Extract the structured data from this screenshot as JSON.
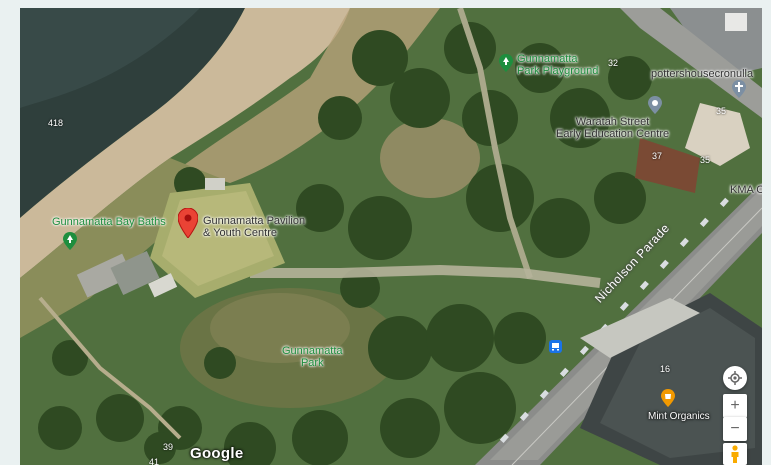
{
  "labels": {
    "playground": [
      "Gunnamatta",
      "Park Playground"
    ],
    "potters": "pottershousecronulla",
    "waratah": [
      "Waratah Street",
      "Early Education Centre"
    ],
    "baths": "Gunnamatta Bay Baths",
    "pavilion": [
      "Gunnamatta Pavilion",
      "& Youth Centre"
    ],
    "park": [
      "Gunnamatta",
      "Park"
    ],
    "kma": "KMA C",
    "mint": "Mint Organics",
    "road": "Nicholson Parade"
  },
  "numbers": {
    "n418": "418",
    "n32": "32",
    "n35a": "35",
    "n37": "37",
    "n35b": "35",
    "n39": "39",
    "n16": "16",
    "n41": "41"
  },
  "attribution": "Google",
  "colors": {
    "place_green": "#1e8e3e",
    "pin_red": "#ea4335",
    "pin_grey": "#7c8fa3",
    "pin_orange": "#f29900",
    "transit_blue": "#1a73e8"
  },
  "controls": {
    "zoom_in": "+",
    "zoom_out": "−"
  }
}
